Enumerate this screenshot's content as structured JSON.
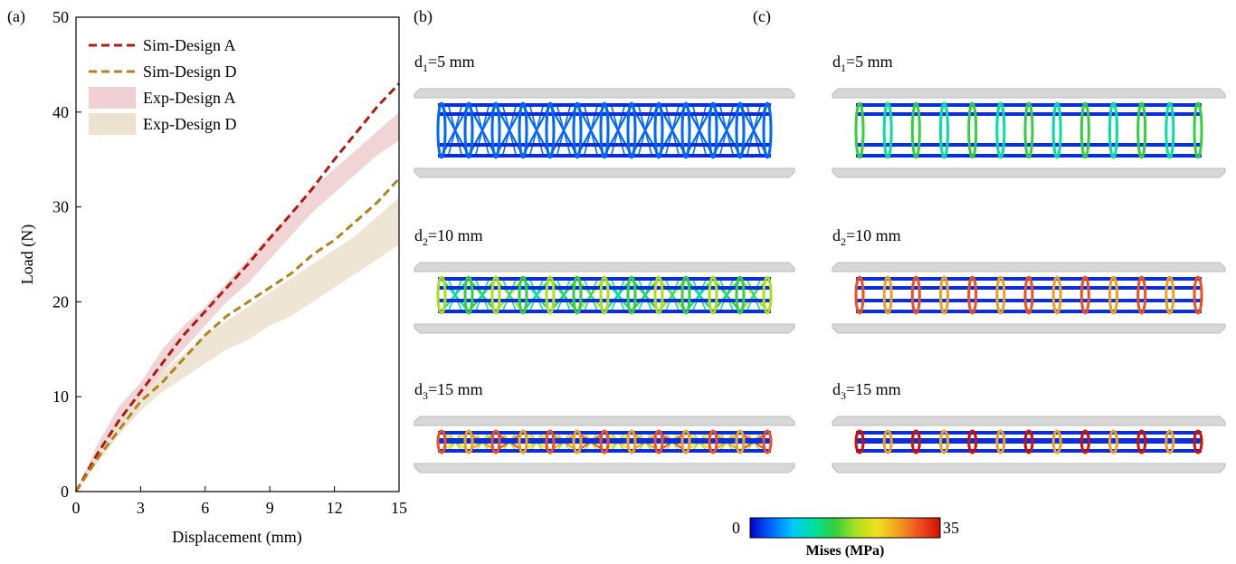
{
  "panel_labels": {
    "a": "(a)",
    "b": "(b)",
    "c": "(c)"
  },
  "chart_data": {
    "type": "line",
    "xlabel": "Displacement (mm)",
    "ylabel": "Load (N)",
    "xlim": [
      0,
      15
    ],
    "ylim": [
      0,
      50
    ],
    "xticks": [
      "0",
      "3",
      "6",
      "9",
      "12",
      "15"
    ],
    "yticks": [
      "0",
      "10",
      "20",
      "30",
      "40",
      "50"
    ],
    "legend_position": "top-left",
    "series": [
      {
        "name": "Sim-Design A",
        "style": "dashed",
        "color": "#b01a10",
        "x": [
          0,
          1,
          2,
          3,
          4,
          5,
          6,
          7,
          8,
          9,
          10,
          11,
          12,
          13,
          14,
          15
        ],
        "y": [
          0,
          4,
          7.5,
          10.5,
          13.5,
          16.5,
          19,
          21.5,
          24,
          26.7,
          29.3,
          32,
          35,
          37.8,
          40.6,
          43
        ]
      },
      {
        "name": "Sim-Design D",
        "style": "dashed",
        "color": "#b0841e",
        "x": [
          0,
          1,
          2,
          3,
          4,
          5,
          6,
          7,
          8,
          9,
          10,
          11,
          12,
          13,
          14,
          15
        ],
        "y": [
          0,
          3.5,
          6.5,
          9.5,
          11.5,
          14,
          16.5,
          18.5,
          20,
          21.5,
          23,
          25,
          26.5,
          28.5,
          30.5,
          33
        ]
      },
      {
        "name": "Exp-Design A",
        "style": "band",
        "color": "#f0d0d2",
        "x": [
          0,
          1,
          2,
          3,
          4,
          5,
          6,
          7,
          8,
          9,
          10,
          11,
          12,
          13,
          14,
          15
        ],
        "y_low": [
          0,
          3.5,
          7,
          9.5,
          12.5,
          15,
          17.5,
          20,
          22,
          24.5,
          27,
          29.5,
          31.5,
          33.5,
          35.5,
          37
        ],
        "y_high": [
          0,
          5,
          9,
          11.5,
          15,
          17.5,
          19.5,
          22,
          24.5,
          27,
          29.5,
          32,
          34,
          36,
          38,
          40
        ]
      },
      {
        "name": "Exp-Design D",
        "style": "band",
        "color": "#ece2cf",
        "x": [
          0,
          1,
          2,
          3,
          4,
          5,
          6,
          7,
          8,
          9,
          10,
          11,
          12,
          13,
          14,
          15
        ],
        "y_low": [
          0,
          3,
          6,
          8.5,
          10.5,
          12,
          13.5,
          15,
          16,
          17.5,
          18.5,
          20,
          21.5,
          23,
          24.5,
          26
        ],
        "y_high": [
          0,
          4,
          7.5,
          10,
          12.5,
          14.5,
          16.5,
          18,
          19.5,
          21,
          22.5,
          24,
          25.5,
          27,
          29,
          31
        ]
      }
    ]
  },
  "sim_panels": {
    "b": {
      "rows": [
        {
          "label_prefix": "d",
          "label_sub": "1",
          "label_suffix": "=5 mm",
          "stress": 0.15
        },
        {
          "label_prefix": "d",
          "label_sub": "2",
          "label_suffix": "=10 mm",
          "stress": 0.5
        },
        {
          "label_prefix": "d",
          "label_sub": "3",
          "label_suffix": "=15 mm",
          "stress": 0.9
        }
      ]
    },
    "c": {
      "rows": [
        {
          "label_prefix": "d",
          "label_sub": "1",
          "label_suffix": "=5 mm",
          "stress": 0.45
        },
        {
          "label_prefix": "d",
          "label_sub": "2",
          "label_suffix": "=10 mm",
          "stress": 0.9
        },
        {
          "label_prefix": "d",
          "label_sub": "3",
          "label_suffix": "=15 mm",
          "stress": 0.95
        }
      ]
    }
  },
  "colorbar": {
    "min_label": "0",
    "max_label": "35",
    "title": "Mises (MPa)",
    "colors": [
      "#0000c8",
      "#0066ff",
      "#00c8ff",
      "#00e0a0",
      "#30d040",
      "#a8e020",
      "#f0e020",
      "#f0a020",
      "#f05020",
      "#d01000"
    ]
  }
}
